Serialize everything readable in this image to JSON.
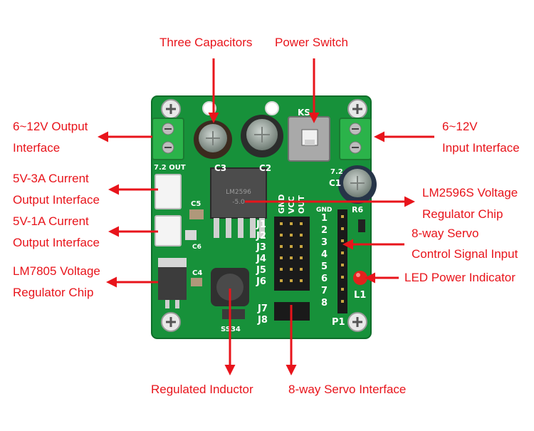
{
  "labels": {
    "three_capacitors": "Three Capacitors",
    "power_switch": "Power Switch",
    "output_6_12v_line1": "6~12V Output",
    "output_6_12v_line2": "Interface",
    "input_6_12v_line1": "6~12V",
    "input_6_12v_line2": "Input Interface",
    "output_5v3a_line1": "5V-3A Current",
    "output_5v3a_line2": "Output Interface",
    "output_5v1a_line1": "5V-1A Current",
    "output_5v1a_line2": "Output Interface",
    "lm2596s_line1": "LM2596S Voltage",
    "lm2596s_line2": "Regulator Chip",
    "servo_signal_line1": "8-way Servo",
    "servo_signal_line2": "Control Signal Input",
    "lm7805_line1": "LM7805 Voltage",
    "lm7805_line2": "Regulator Chip",
    "led_indicator": "LED Power Indicator",
    "regulated_inductor": "Regulated Inductor",
    "servo_interface": "8-way Servo Interface"
  },
  "silkscreen": {
    "ks": "KS",
    "c3": "C3",
    "c2": "C2",
    "c1": "C1",
    "out": "7.2 OUT",
    "in_val": "7.2",
    "r6": "R6",
    "c5": "C5",
    "c6": "C6",
    "c4": "C4",
    "l1": "L1",
    "p1": "P1",
    "j7": "J7",
    "j8": "J8",
    "gnd": "GND",
    "vcc": "VCC",
    "out_col": "OUT",
    "gnd_row": "GND",
    "ss34": "SS34",
    "chip_text1": "LM2596",
    "chip_text2": "-5.0",
    "rows": [
      "J1",
      "J2",
      "J3",
      "J4",
      "J5",
      "J6"
    ],
    "pins": [
      "1",
      "2",
      "3",
      "4",
      "5",
      "6",
      "7",
      "8"
    ]
  },
  "colors": {
    "label": "#e8141b",
    "pcb": "#17913a",
    "silk": "#ffffff"
  }
}
